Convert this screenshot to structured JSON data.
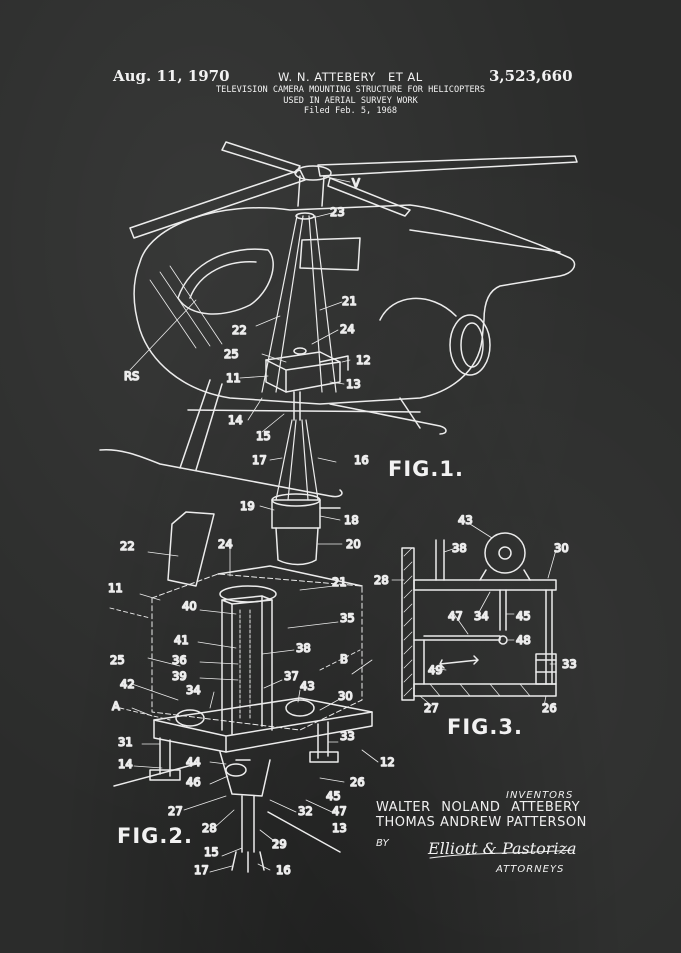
{
  "header": {
    "date": "Aug. 11, 1970",
    "inventor_short": "W. N. ATTEBERY",
    "et_al": "ET AL",
    "patent_number": "3,523,660",
    "title_line1": "TELEVISION CAMERA MOUNTING STRUCTURE FOR HELICOPTERS",
    "title_line2": "USED IN AERIAL SURVEY WORK",
    "filed": "Filed Feb. 5, 1968"
  },
  "figures": {
    "fig1_label": "FIG.1.",
    "fig2_label": "FIG.2.",
    "fig3_label": "FIG.3."
  },
  "fig1_refs": {
    "v": "V",
    "r23": "23",
    "r21": "21",
    "r22": "22",
    "r24": "24",
    "r25": "25",
    "r12": "12",
    "rs": "RS",
    "r11": "11",
    "r13": "13",
    "r14": "14",
    "r15": "15",
    "r17": "17",
    "r16": "16",
    "r19": "19",
    "r18": "18",
    "r20": "20"
  },
  "fig2_refs": {
    "r22": "22",
    "r24": "24",
    "r11": "11",
    "r21": "21",
    "r40": "40",
    "r35": "35",
    "r41": "41",
    "r38": "38",
    "r25": "25",
    "r36": "36",
    "r39": "39",
    "r37": "37",
    "rB": "B",
    "r42": "42",
    "r43": "43",
    "r34": "34",
    "rA": "A",
    "r30": "30",
    "r33": "33",
    "r31": "31",
    "r12": "12",
    "r14": "14",
    "r44": "44",
    "r46": "46",
    "r26": "26",
    "r45": "45",
    "r27": "27",
    "r32": "32",
    "r47": "47",
    "r28": "28",
    "r13": "13",
    "r29": "29",
    "r15": "15",
    "r17": "17",
    "r16": "16"
  },
  "fig3_refs": {
    "r43": "43",
    "r38": "38",
    "r30": "30",
    "r28": "28",
    "r47": "47",
    "r34": "34",
    "r45": "45",
    "r48": "48",
    "r49": "49",
    "r33": "33",
    "r27": "27",
    "r26": "26"
  },
  "signature": {
    "inventors_label": "INVENTORS",
    "inventor1": "WALTER NOLAND ATTEBERY",
    "inventor2": "THOMAS ANDREW PATTERSON",
    "by_label": "BY",
    "attorneys_signature": "Elliott & Pastoriza",
    "attorneys_label": "ATTORNEYS"
  },
  "colors": {
    "chalkboard": "#2b2c2b",
    "chalk": "#ececec"
  }
}
